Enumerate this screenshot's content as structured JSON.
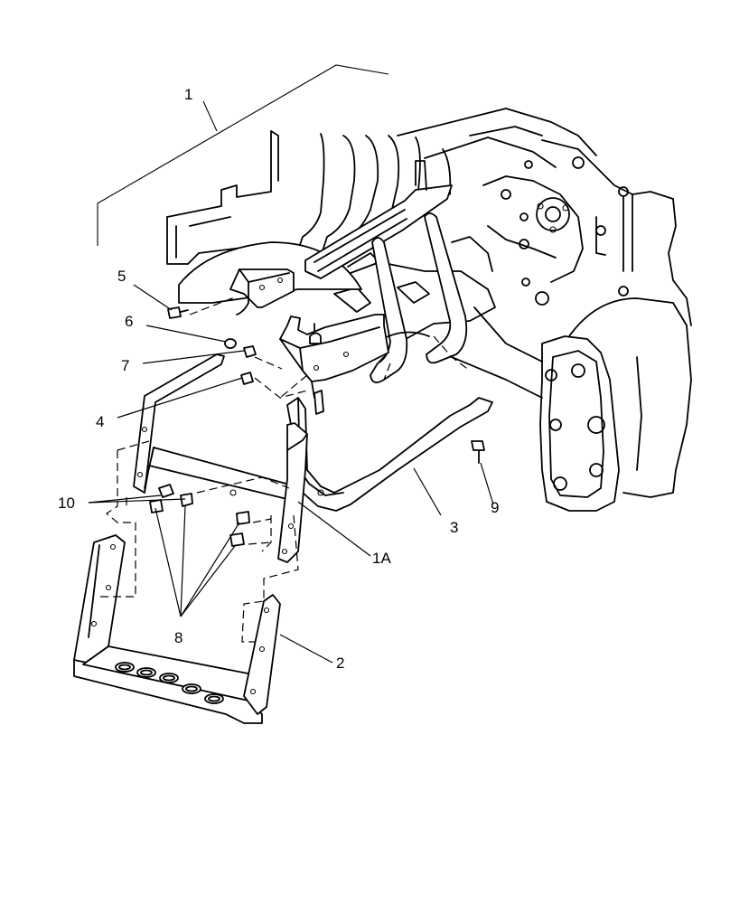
{
  "diagram": {
    "callouts": [
      {
        "id": "c1",
        "text": "1"
      },
      {
        "id": "c1a",
        "text": "1A"
      },
      {
        "id": "c2",
        "text": "2"
      },
      {
        "id": "c3",
        "text": "3"
      },
      {
        "id": "c4",
        "text": "4"
      },
      {
        "id": "c5",
        "text": "5"
      },
      {
        "id": "c6",
        "text": "6"
      },
      {
        "id": "c7",
        "text": "7"
      },
      {
        "id": "c8",
        "text": "8"
      },
      {
        "id": "c9",
        "text": "9"
      },
      {
        "id": "c10",
        "text": "10"
      }
    ]
  }
}
